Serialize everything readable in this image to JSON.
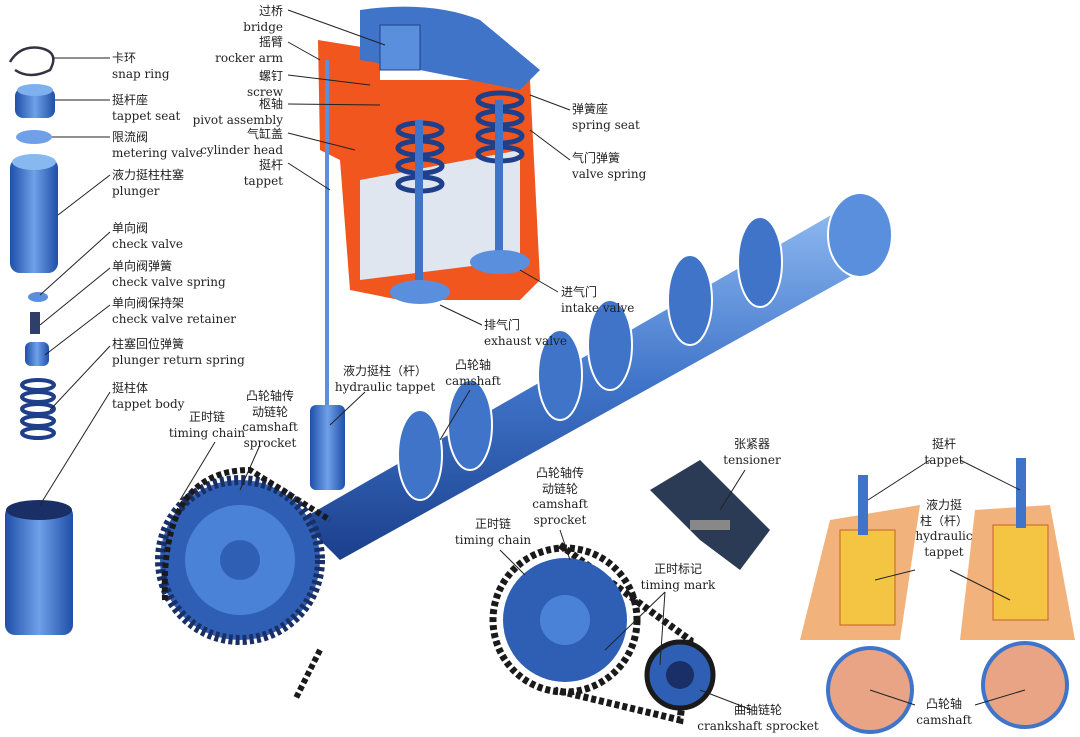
{
  "colors": {
    "metal_blue": "#3f74c9",
    "dark_blue": "#1f3f8a",
    "head_orange": "#f0561e",
    "tappet_yellow": "#f4c542",
    "section_tan": "#f2b27c",
    "cam_tan": "#e9a486"
  },
  "labels": {
    "snap_ring": {
      "zh": "卡环",
      "en": "snap ring"
    },
    "tappet_seat": {
      "zh": "挺杆座",
      "en": "tappet seat"
    },
    "metering_valve": {
      "zh": "限流阀",
      "en": "metering valve"
    },
    "plunger": {
      "zh": "液力挺柱柱塞",
      "en": "plunger"
    },
    "check_valve": {
      "zh": "单向阀",
      "en": "check valve"
    },
    "check_valve_spring": {
      "zh": "单向阀弹簧",
      "en": "check valve spring"
    },
    "check_valve_retainer": {
      "zh": "单向阀保持架",
      "en": "check valve retainer"
    },
    "plunger_return_spring": {
      "zh": "柱塞回位弹簧",
      "en": "plunger return spring"
    },
    "tappet_body": {
      "zh": "挺柱体",
      "en": "tappet body"
    },
    "bridge": {
      "zh": "过桥",
      "en": "bridge"
    },
    "rocker_arm": {
      "zh": "摇臂",
      "en": "rocker arm"
    },
    "screw": {
      "zh": "螺钉",
      "en": "screw"
    },
    "pivot_assembly": {
      "zh": "枢轴",
      "en": "pivot assembly"
    },
    "cylinder_head": {
      "zh": "气缸盖",
      "en": "cylinder head"
    },
    "tappet": {
      "zh": "挺杆",
      "en": "tappet"
    },
    "spring_seat": {
      "zh": "弹簧座",
      "en": "spring seat"
    },
    "valve_spring": {
      "zh": "气门弹簧",
      "en": "valve spring"
    },
    "intake_valve": {
      "zh": "进气门",
      "en": "intake valve"
    },
    "exhaust_valve": {
      "zh": "排气门",
      "en": "exhaust valve"
    },
    "hydraulic_tappet": {
      "zh": "液力挺柱（杆）",
      "en": "hydraulic tappet"
    },
    "camshaft": {
      "zh": "凸轮轴",
      "en": "camshaft"
    },
    "camshaft_sprocket_left": {
      "zh1": "凸轮轴传",
      "zh2": "动链轮",
      "en1": "camshaft",
      "en2": "sprocket"
    },
    "timing_chain_left": {
      "zh": "正时链",
      "en": "timing chain"
    },
    "tensioner": {
      "zh": "张紧器",
      "en": "tensioner"
    },
    "camshaft_sprocket_bottom": {
      "zh1": "凸轮轴传",
      "zh2": "动链轮",
      "en1": "camshaft",
      "en2": "sprocket"
    },
    "timing_chain_bottom": {
      "zh": "正时链",
      "en": "timing chain"
    },
    "timing_mark": {
      "zh": "正时标记",
      "en": "timing mark"
    },
    "crankshaft_sprocket": {
      "zh": "曲轴链轮",
      "en": "crankshaft sprocket"
    },
    "tappet_right": {
      "zh": "挺杆",
      "en": "tappet"
    },
    "hydraulic_tappet_right": {
      "zh1": "液力挺",
      "zh2": "柱（杆）",
      "en1": "hydraulic",
      "en2": "tappet"
    },
    "camshaft_right": {
      "zh": "凸轮轴",
      "en": "camshaft"
    }
  }
}
